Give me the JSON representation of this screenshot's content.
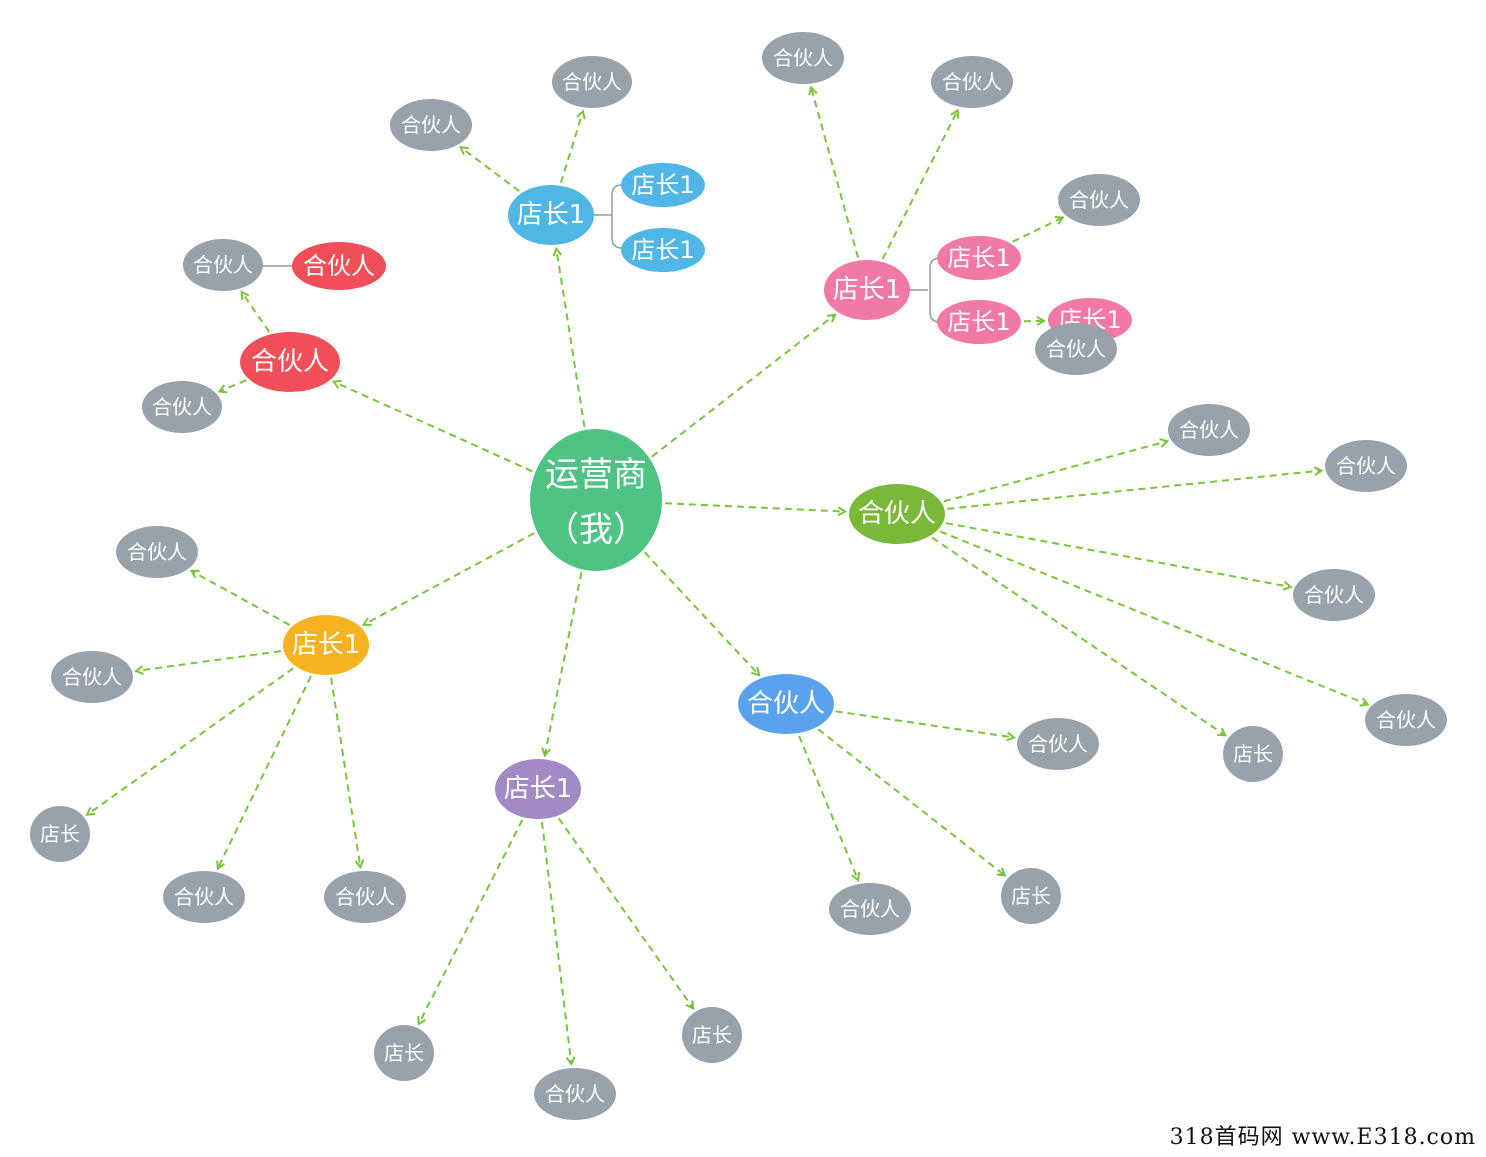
{
  "colors": {
    "center": "#4fc383",
    "gray": "#97a2ac",
    "red": "#f04f57",
    "blue": "#4fb6e6",
    "pink": "#f07aa5",
    "green": "#7ab83a",
    "orange": "#f6b321",
    "purple": "#a48ac4",
    "azure": "#5aa3ec",
    "edge": "#78c43a",
    "bracket": "#9a9a9a"
  },
  "center": {
    "line1": "运营商",
    "line2": "（我）"
  },
  "nodes": [
    {
      "id": "red-main",
      "text": "合伙人",
      "color": "red"
    },
    {
      "id": "red-top-gray",
      "text": "合伙人",
      "color": "gray"
    },
    {
      "id": "red-top-red",
      "text": "合伙人",
      "color": "red"
    },
    {
      "id": "red-bottom-gray",
      "text": "合伙人",
      "color": "gray"
    },
    {
      "id": "blue-main",
      "text": "店长1",
      "color": "blue"
    },
    {
      "id": "blue-up-1",
      "text": "合伙人",
      "color": "gray"
    },
    {
      "id": "blue-up-2",
      "text": "合伙人",
      "color": "gray"
    },
    {
      "id": "blue-sub-1",
      "text": "店长1",
      "color": "blue"
    },
    {
      "id": "blue-sub-2",
      "text": "店长1",
      "color": "blue"
    },
    {
      "id": "pink-main",
      "text": "店长1",
      "color": "pink"
    },
    {
      "id": "pink-up-1",
      "text": "合伙人",
      "color": "gray"
    },
    {
      "id": "pink-up-2",
      "text": "合伙人",
      "color": "gray"
    },
    {
      "id": "pink-sub-1",
      "text": "店长1",
      "color": "pink"
    },
    {
      "id": "pink-sub-2",
      "text": "店长1",
      "color": "pink"
    },
    {
      "id": "pink-sub-1-gray",
      "text": "合伙人",
      "color": "gray"
    },
    {
      "id": "pink-sub-3",
      "text": "店长1",
      "color": "pink"
    },
    {
      "id": "pink-sub-3-gray",
      "text": "合伙人",
      "color": "gray"
    },
    {
      "id": "green-main",
      "text": "合伙人",
      "color": "green"
    },
    {
      "id": "green-1",
      "text": "合伙人",
      "color": "gray"
    },
    {
      "id": "green-2",
      "text": "合伙人",
      "color": "gray"
    },
    {
      "id": "green-3",
      "text": "合伙人",
      "color": "gray"
    },
    {
      "id": "green-4",
      "text": "合伙人",
      "color": "gray"
    },
    {
      "id": "green-5",
      "text": "店长",
      "color": "gray"
    },
    {
      "id": "orange-main",
      "text": "店长1",
      "color": "orange"
    },
    {
      "id": "orange-1",
      "text": "合伙人",
      "color": "gray"
    },
    {
      "id": "orange-2",
      "text": "合伙人",
      "color": "gray"
    },
    {
      "id": "orange-3",
      "text": "店长",
      "color": "gray"
    },
    {
      "id": "orange-4",
      "text": "合伙人",
      "color": "gray"
    },
    {
      "id": "orange-5",
      "text": "合伙人",
      "color": "gray"
    },
    {
      "id": "purple-main",
      "text": "店长1",
      "color": "purple"
    },
    {
      "id": "purple-1",
      "text": "店长",
      "color": "gray"
    },
    {
      "id": "purple-2",
      "text": "合伙人",
      "color": "gray"
    },
    {
      "id": "purple-3",
      "text": "店长",
      "color": "gray"
    },
    {
      "id": "azure-main",
      "text": "合伙人",
      "color": "azure"
    },
    {
      "id": "azure-1",
      "text": "合伙人",
      "color": "gray"
    },
    {
      "id": "azure-2",
      "text": "合伙人",
      "color": "gray"
    },
    {
      "id": "azure-3",
      "text": "店长",
      "color": "gray"
    }
  ],
  "edges": [
    {
      "from": "center",
      "to": "red-main"
    },
    {
      "from": "red-main",
      "to": "red-top-gray"
    },
    {
      "from": "red-main",
      "to": "red-bottom-gray"
    },
    {
      "from": "center",
      "to": "blue-main"
    },
    {
      "from": "blue-main",
      "to": "blue-up-1"
    },
    {
      "from": "blue-main",
      "to": "blue-up-2"
    },
    {
      "from": "center",
      "to": "pink-main"
    },
    {
      "from": "pink-main",
      "to": "pink-up-1"
    },
    {
      "from": "pink-main",
      "to": "pink-up-2"
    },
    {
      "from": "pink-sub-1",
      "to": "pink-sub-1-gray"
    },
    {
      "from": "pink-sub-2",
      "to": "pink-sub-3"
    },
    {
      "from": "center",
      "to": "green-main"
    },
    {
      "from": "green-main",
      "to": "green-1"
    },
    {
      "from": "green-main",
      "to": "green-2"
    },
    {
      "from": "green-main",
      "to": "green-3"
    },
    {
      "from": "green-main",
      "to": "green-4"
    },
    {
      "from": "green-main",
      "to": "green-5"
    },
    {
      "from": "center",
      "to": "orange-main"
    },
    {
      "from": "orange-main",
      "to": "orange-1"
    },
    {
      "from": "orange-main",
      "to": "orange-2"
    },
    {
      "from": "orange-main",
      "to": "orange-3"
    },
    {
      "from": "orange-main",
      "to": "orange-4"
    },
    {
      "from": "orange-main",
      "to": "orange-5"
    },
    {
      "from": "center",
      "to": "purple-main"
    },
    {
      "from": "purple-main",
      "to": "purple-1"
    },
    {
      "from": "purple-main",
      "to": "purple-2"
    },
    {
      "from": "purple-main",
      "to": "purple-3"
    },
    {
      "from": "center",
      "to": "azure-main"
    },
    {
      "from": "azure-main",
      "to": "azure-1"
    },
    {
      "from": "azure-main",
      "to": "azure-2"
    },
    {
      "from": "azure-main",
      "to": "azure-3"
    }
  ],
  "watermark": "318首码网 www.E318.com"
}
